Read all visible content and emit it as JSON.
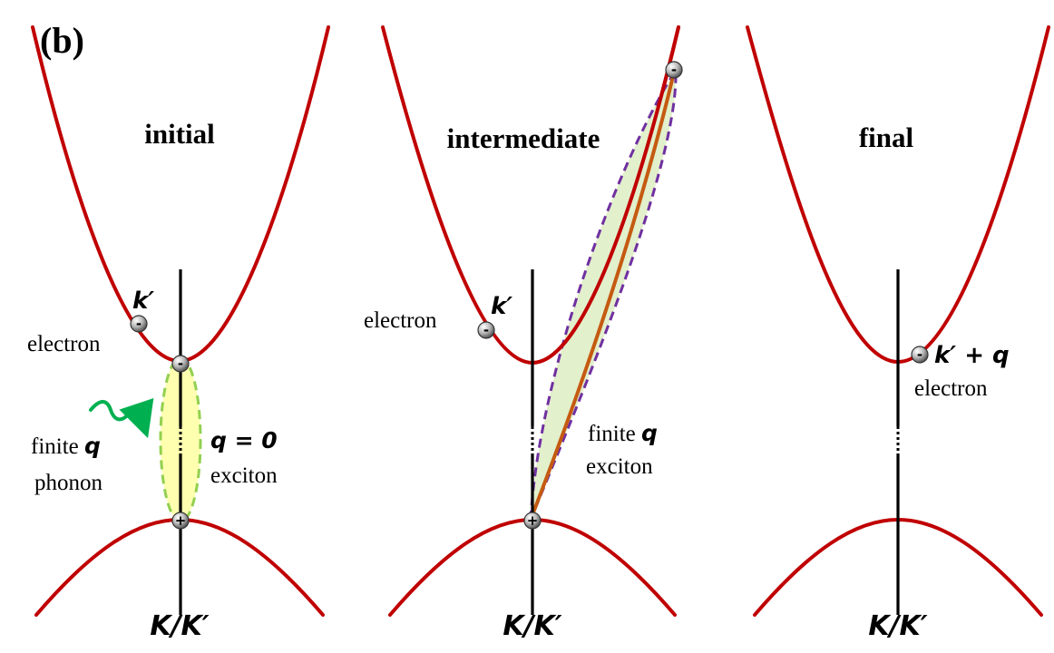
{
  "panel_label": "(b)",
  "panels": {
    "initial": {
      "title": "initial",
      "electron_label": "electron",
      "kprime": "k′",
      "phonon_line1_word": "finite ",
      "phonon_line1_sym": "q",
      "phonon_line2": "phonon",
      "exciton_eq": "q = 0",
      "exciton_word": "exciton",
      "axis_label": "K/K′"
    },
    "intermediate": {
      "title": "intermediate",
      "electron_label": "electron",
      "kprime": "k′",
      "exciton_line1_word": "finite ",
      "exciton_line1_sym": "q",
      "exciton_line2": "exciton",
      "axis_label": "K/K′"
    },
    "final": {
      "title": "final",
      "kq_label": "k′ + q",
      "electron_label": "electron",
      "axis_label": "K/K′"
    }
  },
  "charges": {
    "minus": "-",
    "plus": "+"
  },
  "colors": {
    "band": "#c00000",
    "initial_exciton_fill": "#ffffb0",
    "initial_exciton_stroke": "#92d050",
    "intermediate_exciton_fill": "#e2f0cc",
    "intermediate_exciton_stroke": "#7030a0",
    "intermediate_link": "#c55a11",
    "phonon_arrow": "#00b050"
  }
}
